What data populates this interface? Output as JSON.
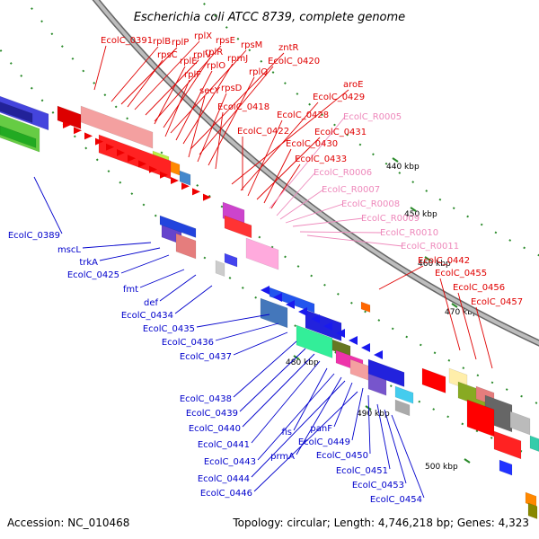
{
  "title": "Escherichia coli ATCC 8739, complete genome",
  "accession": "Accession: NC_010468",
  "summary": "Topology: circular; Length: 4,746,218 bp; Genes: 4,323",
  "colors": {
    "forward_label": "#e00000",
    "reverse_label": "#0000cc",
    "rna_label": "#ee88bb",
    "backbone": "#888888",
    "tick": "#2a8a2a"
  },
  "ticks": [
    "440 kbp",
    "450 kbp",
    "460 kbp",
    "470 kbp",
    "480 kbp",
    "490 kbp",
    "500 kbp"
  ],
  "labels_forward": [
    "EcolC_0391",
    "rplB",
    "rplP",
    "rplX",
    "rpsC",
    "rplV",
    "rpsE",
    "rplE",
    "rplR",
    "rpsM",
    "rplF",
    "rplO",
    "rpmJ",
    "zntR",
    "EcolC_0420",
    "secY",
    "rpsD",
    "rplQ",
    "EcolC_0418",
    "aroE",
    "EcolC_0429",
    "EcolC_0428",
    "EcolC_0431",
    "EcolC_0422",
    "EcolC_0430",
    "EcolC_0433",
    "EcolC_0442",
    "EcolC_0455",
    "EcolC_0456",
    "EcolC_0457"
  ],
  "labels_rna": [
    "EcolC_R0005",
    "EcolC_R0006",
    "EcolC_R0007",
    "EcolC_R0008",
    "EcolC_R0009",
    "EcolC_R0010",
    "EcolC_R0011"
  ],
  "labels_reverse": [
    "EcolC_0389",
    "mscL",
    "trkA",
    "EcolC_0425",
    "fmt",
    "def",
    "EcolC_0434",
    "EcolC_0435",
    "EcolC_0436",
    "EcolC_0437",
    "EcolC_0438",
    "EcolC_0439",
    "EcolC_0440",
    "EcolC_0441",
    "fis",
    "EcolC_0443",
    "prmA",
    "EcolC_0444",
    "panF",
    "EcolC_0449",
    "EcolC_0450",
    "EcolC_0446",
    "EcolC_0451",
    "EcolC_0453",
    "EcolC_0454"
  ]
}
